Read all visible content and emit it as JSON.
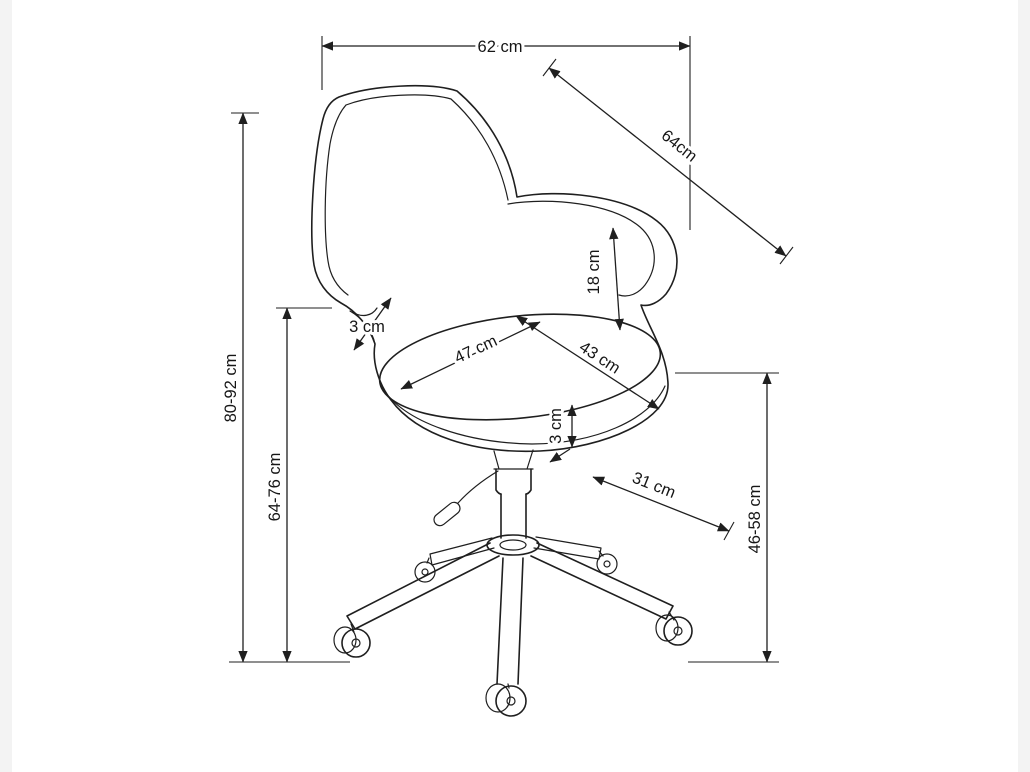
{
  "diagram": {
    "type": "technical-dimension-drawing",
    "subject": "office swivel chair with casters",
    "unit": "cm",
    "line_color": "#1f1f1f",
    "background_color": "#ffffff",
    "labels": {
      "top_width": "62 cm",
      "back_diagonal": "64cm",
      "backrest_height": "18 cm",
      "armrest_to_seat_gap": "3 cm",
      "seat_width": "47 cm",
      "seat_depth": "43 cm",
      "seat_cushion_thickness": "3 cm",
      "base_arm_length": "31 cm",
      "overall_height": "80-92 cm",
      "armrest_height": "64-76 cm",
      "seat_height": "46-58 cm"
    }
  }
}
